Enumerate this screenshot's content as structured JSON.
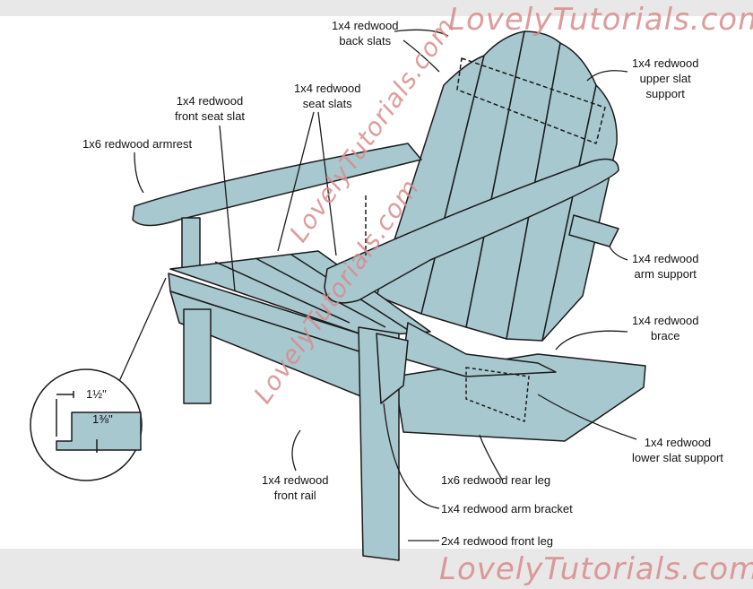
{
  "watermarks": {
    "top": "LovelyTutorials.com",
    "bottom": "LovelyTutorials.com",
    "diag1": "LovelyTutorials.com",
    "diag2": "LovelyTutorials.com"
  },
  "labels": {
    "back_slats": [
      "1x4 redwood",
      "back slats"
    ],
    "upper_slat_support": [
      "1x4 redwood",
      "upper slat",
      "support"
    ],
    "seat_slats": [
      "1x4 redwood",
      "seat slats"
    ],
    "front_seat_slat": [
      "1x4 redwood",
      "front seat slat"
    ],
    "armrest": "1x6 redwood armrest",
    "arm_support": [
      "1x4 redwood",
      "arm support"
    ],
    "brace": [
      "1x4 redwood",
      "brace"
    ],
    "lower_slat_support": [
      "1x4 redwood",
      "lower slat support"
    ],
    "rear_leg": "1x6 redwood rear leg",
    "front_rail": [
      "1x4 redwood",
      "front rail"
    ],
    "arm_bracket": "1x4 redwood arm bracket",
    "front_leg": "2x4 redwood front leg"
  },
  "inset": {
    "dim_width": "1½\"",
    "dim_depth": "1⅜\""
  },
  "colors": {
    "wood": "#a8c8cf",
    "line": "#1a1a1a",
    "watermark": "#d98b8b"
  }
}
